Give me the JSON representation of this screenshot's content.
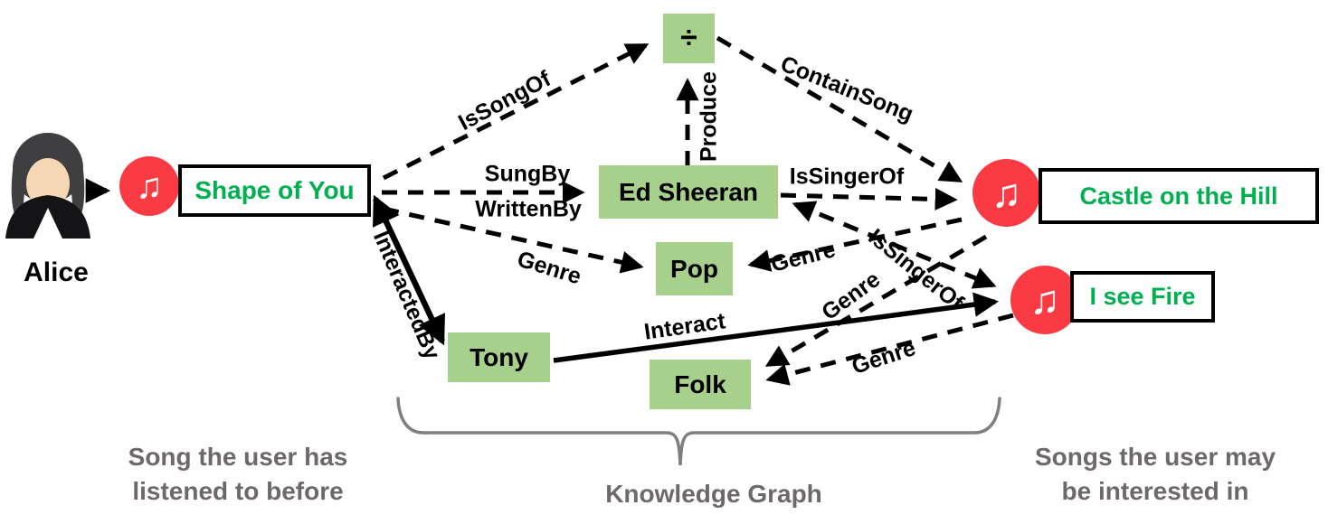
{
  "title": "Knowledge graph based music recommendation diagram",
  "user": {
    "name": "Alice"
  },
  "nodes": {
    "shape_of_you": {
      "label": "Shape of You",
      "type": "song"
    },
    "album_divide": {
      "label": "÷",
      "type": "kg-entity"
    },
    "ed_sheeran": {
      "label": "Ed Sheeran",
      "type": "kg-entity"
    },
    "pop": {
      "label": "Pop",
      "type": "kg-entity"
    },
    "tony": {
      "label": "Tony",
      "type": "kg-entity"
    },
    "folk": {
      "label": "Folk",
      "type": "kg-entity"
    },
    "castle_on_the_hill": {
      "label": "Castle on the Hill",
      "type": "song"
    },
    "i_see_fire": {
      "label": "I see Fire",
      "type": "song"
    }
  },
  "edges": {
    "is_song_of": "IsSongOf",
    "sung_by": "SungBy",
    "written_by": "WrittenBy",
    "produce": "Produce",
    "contain_song": "ContainSong",
    "is_singer_of_castle": "IsSingerOf",
    "is_singer_of_fire": "IsSingerOf",
    "genre_shape_pop": "Genre",
    "genre_castle_pop": "Genre",
    "genre_castle_folk": "Genre",
    "genre_fire_folk": "Genre",
    "interacted_by": "InteractedBy",
    "interact": "Interact"
  },
  "captions": {
    "left1": "Song the user has",
    "left2": "listened to before",
    "center": "Knowledge Graph",
    "right1": "Songs the user may",
    "right2": "be interested in"
  },
  "icons": {
    "music_note": "♫"
  },
  "colors": {
    "entity_green": "#A8D08D",
    "song_text_green": "#00B050",
    "icon_red": "#FB3B44",
    "caption_gray": "#6E6969",
    "line_black": "#000000",
    "brace_gray": "#7F7F7F"
  }
}
